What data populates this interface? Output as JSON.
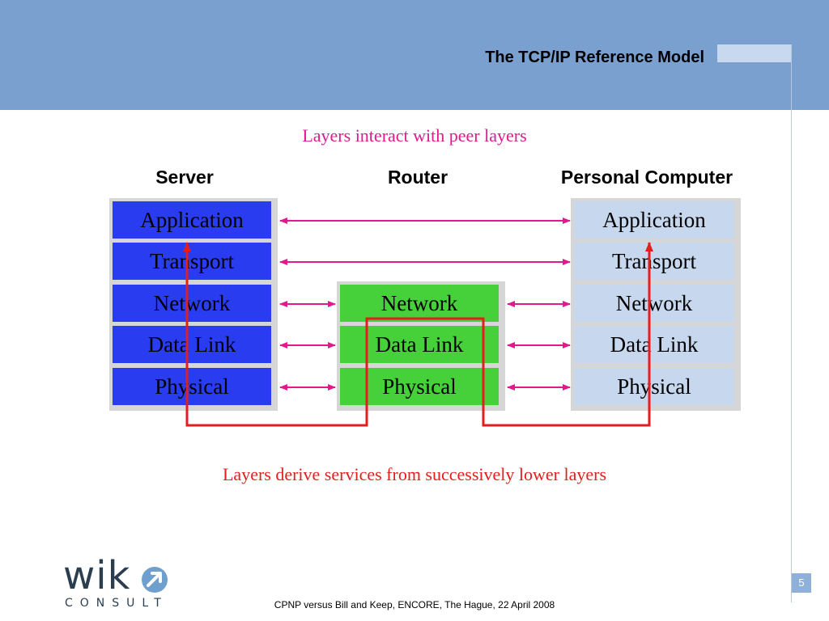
{
  "header": {
    "title": "The TCP/IP Reference Model"
  },
  "subtitle_top": "Layers interact with peer layers",
  "subtitle_bottom": "Layers derive services from successively lower layers",
  "columns": {
    "server": {
      "label": "Server",
      "layers": [
        "Application",
        "Transport",
        "Network",
        "Data Link",
        "Physical"
      ]
    },
    "router": {
      "label": "Router",
      "layers": [
        "Network",
        "Data Link",
        "Physical"
      ]
    },
    "pc": {
      "label": "Personal Computer",
      "layers": [
        "Application",
        "Transport",
        "Network",
        "Data Link",
        "Physical"
      ]
    }
  },
  "colors": {
    "header": "#7aa0cf",
    "server_layer": "#2a3cf0",
    "router_layer": "#46d03a",
    "pc_layer": "#c6d7ee",
    "peer_arrows": "#e0198c",
    "service_path": "#e41e1e"
  },
  "logo": {
    "wordmark": "wik",
    "tagline": "CONSULT"
  },
  "footer": {
    "text": "CPNP versus Bill and Keep, ENCORE, The Hague, 22 April 2008",
    "page": "5"
  }
}
